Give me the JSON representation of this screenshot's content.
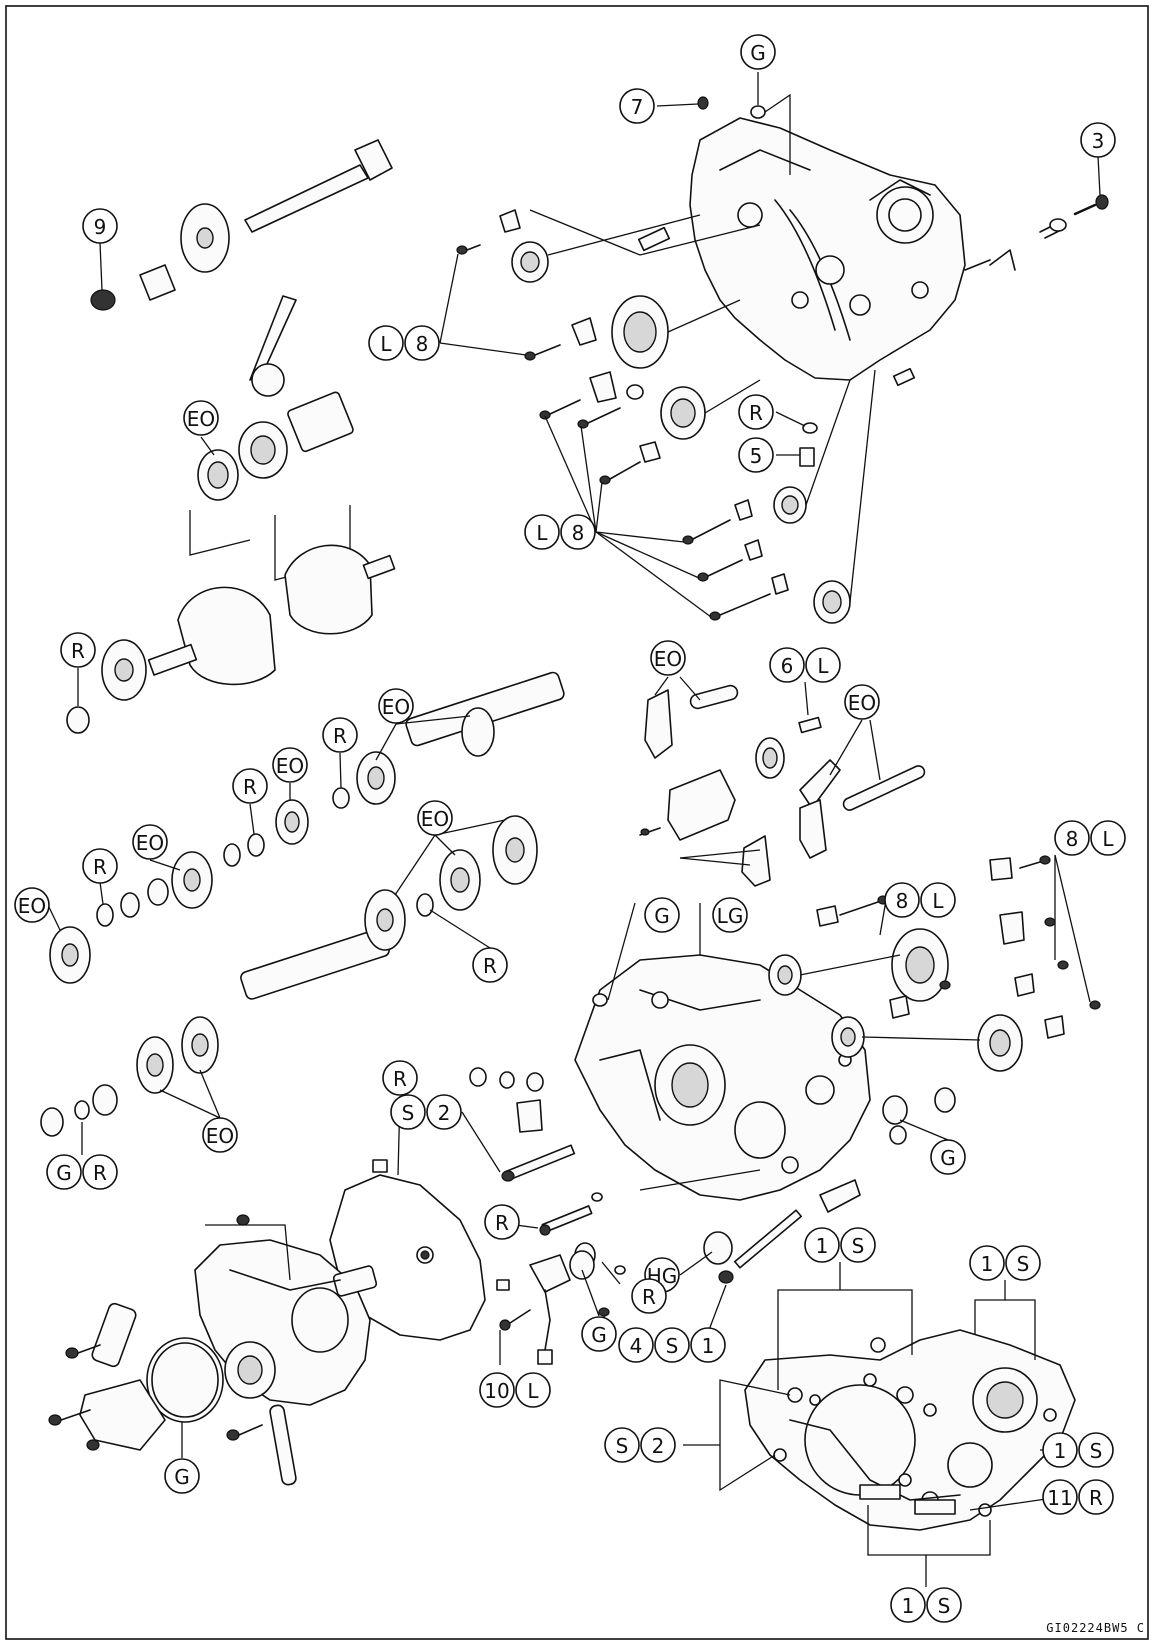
{
  "figure_code": "GI02224BW5 C",
  "marks": {
    "L": "L",
    "G": "G",
    "R": "R",
    "S": "S",
    "EO": "EO",
    "LG": "LG",
    "HG": "HG"
  },
  "numbers": {
    "n1": "1",
    "n2": "2",
    "n3": "3",
    "n4": "4",
    "n5": "5",
    "n6": "6",
    "n7": "7",
    "n8": "8",
    "n9": "9",
    "n10": "10",
    "n11": "11"
  }
}
